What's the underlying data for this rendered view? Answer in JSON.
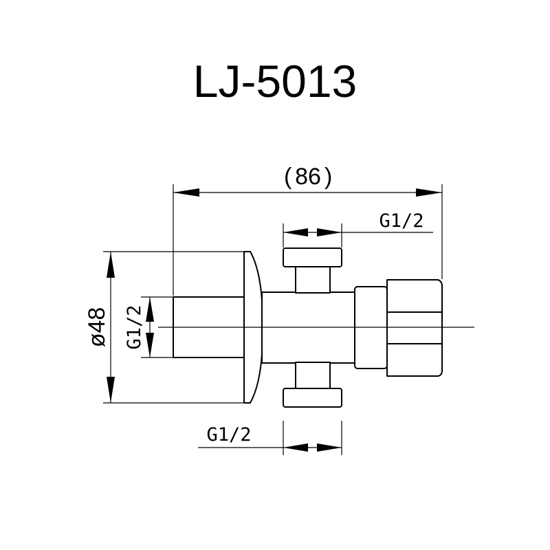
{
  "title": "LJ-5013",
  "dimensions": {
    "overall_length": "86",
    "flange_diameter": "ø48",
    "inlet_thread": "G1/2",
    "top_outlet_thread": "G1/2",
    "bottom_outlet_thread": "G1/2"
  }
}
